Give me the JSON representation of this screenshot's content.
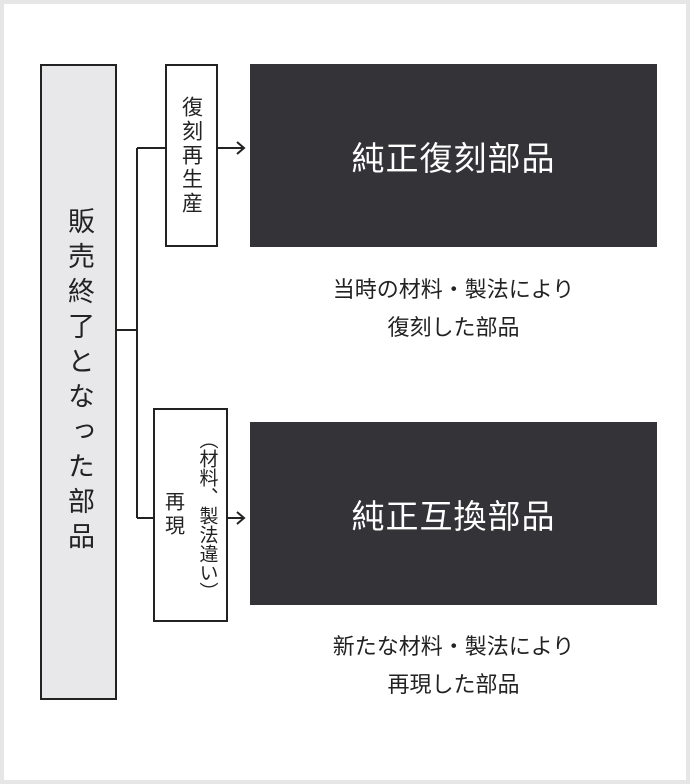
{
  "source": {
    "label": "販売終了となった部品"
  },
  "branches": [
    {
      "method": "復刻再生産",
      "method_note": "",
      "title": "純正復刻部品",
      "description_line1": "当時の材料・製法により",
      "description_line2": "復刻した部品"
    },
    {
      "method": "再現",
      "method_note": "（材料、製法違い）",
      "title": "純正互換部品",
      "description_line1": "新たな材料・製法により",
      "description_line2": "再現した部品"
    }
  ]
}
